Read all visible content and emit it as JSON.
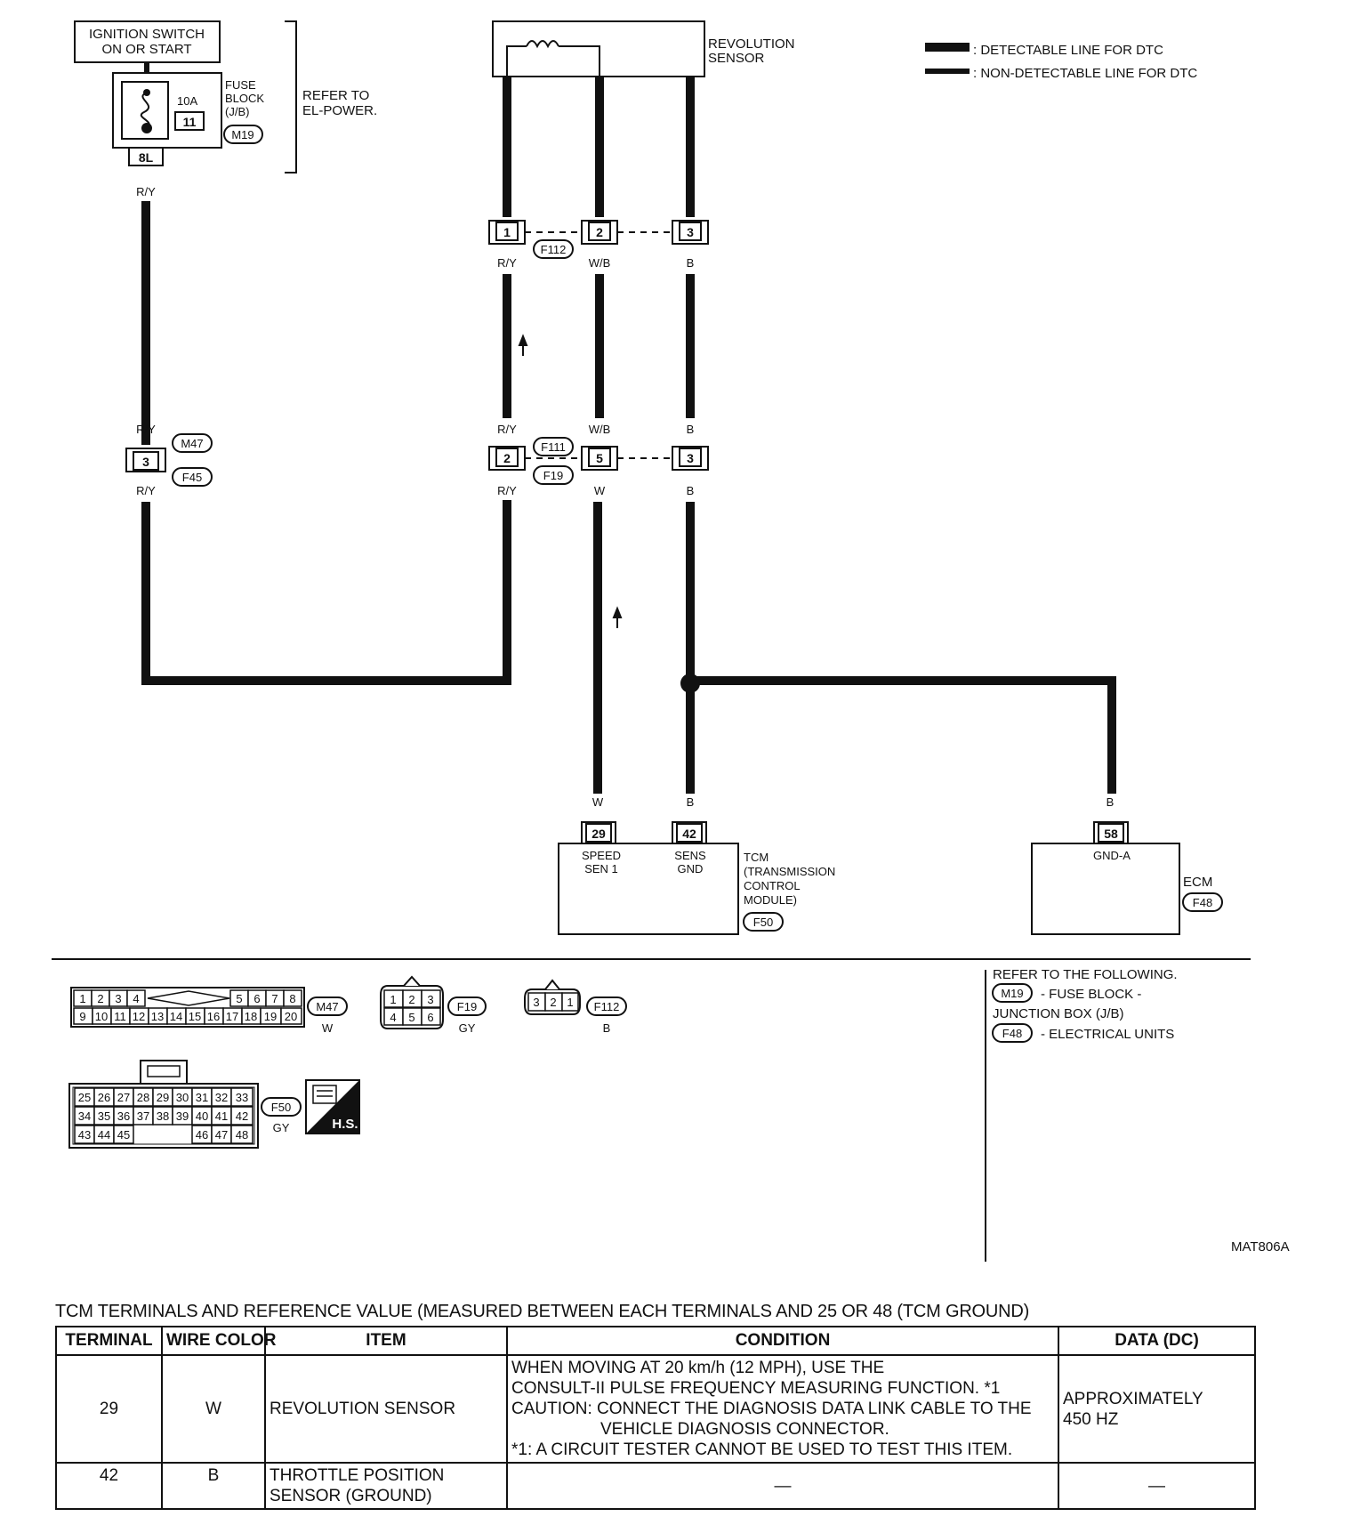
{
  "legend": {
    "detectable": ": DETECTABLE LINE FOR DTC",
    "non_detectable": ": NON-DETECTABLE LINE FOR DTC"
  },
  "power": {
    "switch_line1": "IGNITION SWITCH",
    "switch_line2": "ON OR START",
    "fuse_rating": "10A",
    "fuse_number": "11",
    "fuse_block_line1": "FUSE",
    "fuse_block_line2": "BLOCK",
    "fuse_block_line3": "(J/B)",
    "fuse_block_connector": "M19",
    "terminal": "8L",
    "refer_line1": "REFER TO",
    "refer_line2": "EL-POWER."
  },
  "sensor": {
    "line1": "REVOLUTION",
    "line2": "SENSOR"
  },
  "connectors": {
    "f112": {
      "id": "F112",
      "pins": [
        "1",
        "2",
        "3"
      ]
    },
    "f111": {
      "id": "F111"
    },
    "f19": {
      "id": "F19",
      "pins": [
        "2",
        "5",
        "3"
      ]
    },
    "m47": {
      "id": "M47",
      "pin": "3"
    },
    "f45": {
      "id": "F45"
    }
  },
  "wires": {
    "ry": "R/Y",
    "wb": "W/B",
    "b": "B",
    "w": "W"
  },
  "tcm": {
    "pin29": "29",
    "pin42": "42",
    "speed_line1": "SPEED",
    "speed_line2": "SEN 1",
    "sens_line1": "SENS",
    "sens_line2": "GND",
    "name_line1": "TCM",
    "name_line2": "(TRANSMISSION",
    "name_line3": "CONTROL",
    "name_line4": "MODULE)",
    "connector": "F50"
  },
  "ecm": {
    "pin": "58",
    "label": "GND-A",
    "name": "ECM",
    "connector": "F48"
  },
  "connector_views": {
    "m47": {
      "row1": [
        "1",
        "2",
        "3",
        "4",
        "5",
        "6",
        "7",
        "8"
      ],
      "row2": [
        "9",
        "10",
        "11",
        "12",
        "13",
        "14",
        "15",
        "16",
        "17",
        "18",
        "19",
        "20"
      ],
      "id": "M47",
      "color": "W"
    },
    "f19": {
      "row1": [
        "1",
        "2",
        "3"
      ],
      "row2": [
        "4",
        "5",
        "6"
      ],
      "id": "F19",
      "color": "GY"
    },
    "f112": {
      "pins": [
        "3",
        "2",
        "1"
      ],
      "id": "F112",
      "color": "B"
    },
    "f50": {
      "row1": [
        "25",
        "26",
        "27",
        "28",
        "29",
        "30",
        "31",
        "32",
        "33"
      ],
      "row2": [
        "34",
        "35",
        "36",
        "37",
        "38",
        "39",
        "40",
        "41",
        "42"
      ],
      "row3a": [
        "43",
        "44",
        "45"
      ],
      "row3b": [
        "46",
        "47",
        "48"
      ],
      "id": "F50",
      "color": "GY"
    },
    "hs_badge": "H.S."
  },
  "refer_following": {
    "title": "REFER TO THE FOLLOWING.",
    "m19_id": "M19",
    "m19_text1": "- FUSE BLOCK -",
    "m19_text2": "JUNCTION BOX (J/B)",
    "f48_id": "F48",
    "f48_text": "- ELECTRICAL UNITS"
  },
  "figure_id": "MAT806A",
  "table": {
    "title": "TCM TERMINALS AND REFERENCE VALUE (MEASURED BETWEEN EACH TERMINALS AND 25 OR 48 (TCM GROUND)",
    "headers": {
      "terminal": "TERMINAL",
      "wire_color": "WIRE COLOR",
      "item": "ITEM",
      "condition": "CONDITION",
      "data": "DATA (DC)"
    },
    "rows": [
      {
        "terminal": "29",
        "wire_color": "W",
        "item": "REVOLUTION SENSOR",
        "condition": [
          "WHEN MOVING AT 20 km/h (12 MPH), USE THE",
          "CONSULT-II PULSE FREQUENCY MEASURING FUNCTION. *1",
          "CAUTION: CONNECT THE DIAGNOSIS DATA LINK CABLE TO THE",
          "VEHICLE DIAGNOSIS CONNECTOR.",
          "*1: A CIRCUIT TESTER CANNOT BE USED TO TEST THIS ITEM."
        ],
        "data_line1": "APPROXIMATELY",
        "data_line2": "450 HZ"
      },
      {
        "terminal": "42",
        "wire_color": "B",
        "item_line1": "THROTTLE POSITION",
        "item_line2": "SENSOR (GROUND)",
        "condition": "—",
        "data": "—"
      }
    ]
  }
}
